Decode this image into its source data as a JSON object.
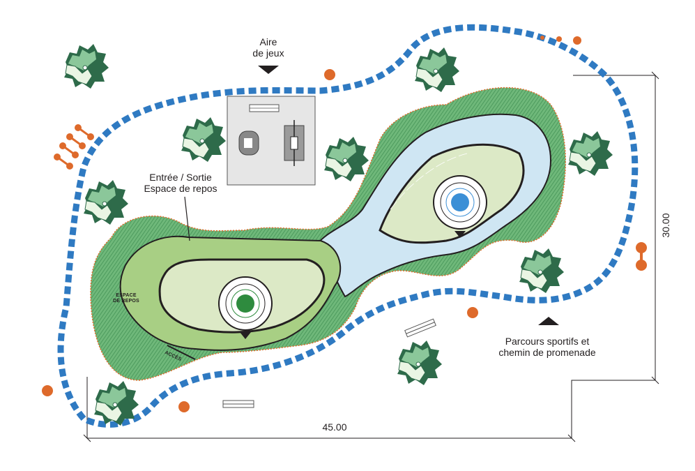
{
  "labels": {
    "aire_de_jeux_line1": "Aire",
    "aire_de_jeux_line2": "de jeux",
    "entree_line1": "Entrée / Sortie",
    "entree_line2": "Espace de repos",
    "espace_repos_line1": "ESPACE",
    "espace_repos_line2": "DE REPOS",
    "acces": "ACCÈS",
    "parcours_line1": "Parcours sportifs et",
    "parcours_line2": "chemin de promenade"
  },
  "dimensions": {
    "width_label": "45.00",
    "height_label": "30.00"
  },
  "colors": {
    "path_blue": "#2f7ac2",
    "greenery": "#5fae6e",
    "greenery_edge": "#e06a2a",
    "light_lawn": "#dce9c6",
    "track_green": "#a8cf84",
    "water_blue": "#cfe6f3",
    "tree_dark": "#2e6b4a",
    "tree_light": "#8bc79a",
    "orange": "#de6a2b",
    "playground_bg": "#e6e6e6",
    "fountain_green": "#2e8b3e",
    "fountain_blue": "#3b8fd6"
  }
}
